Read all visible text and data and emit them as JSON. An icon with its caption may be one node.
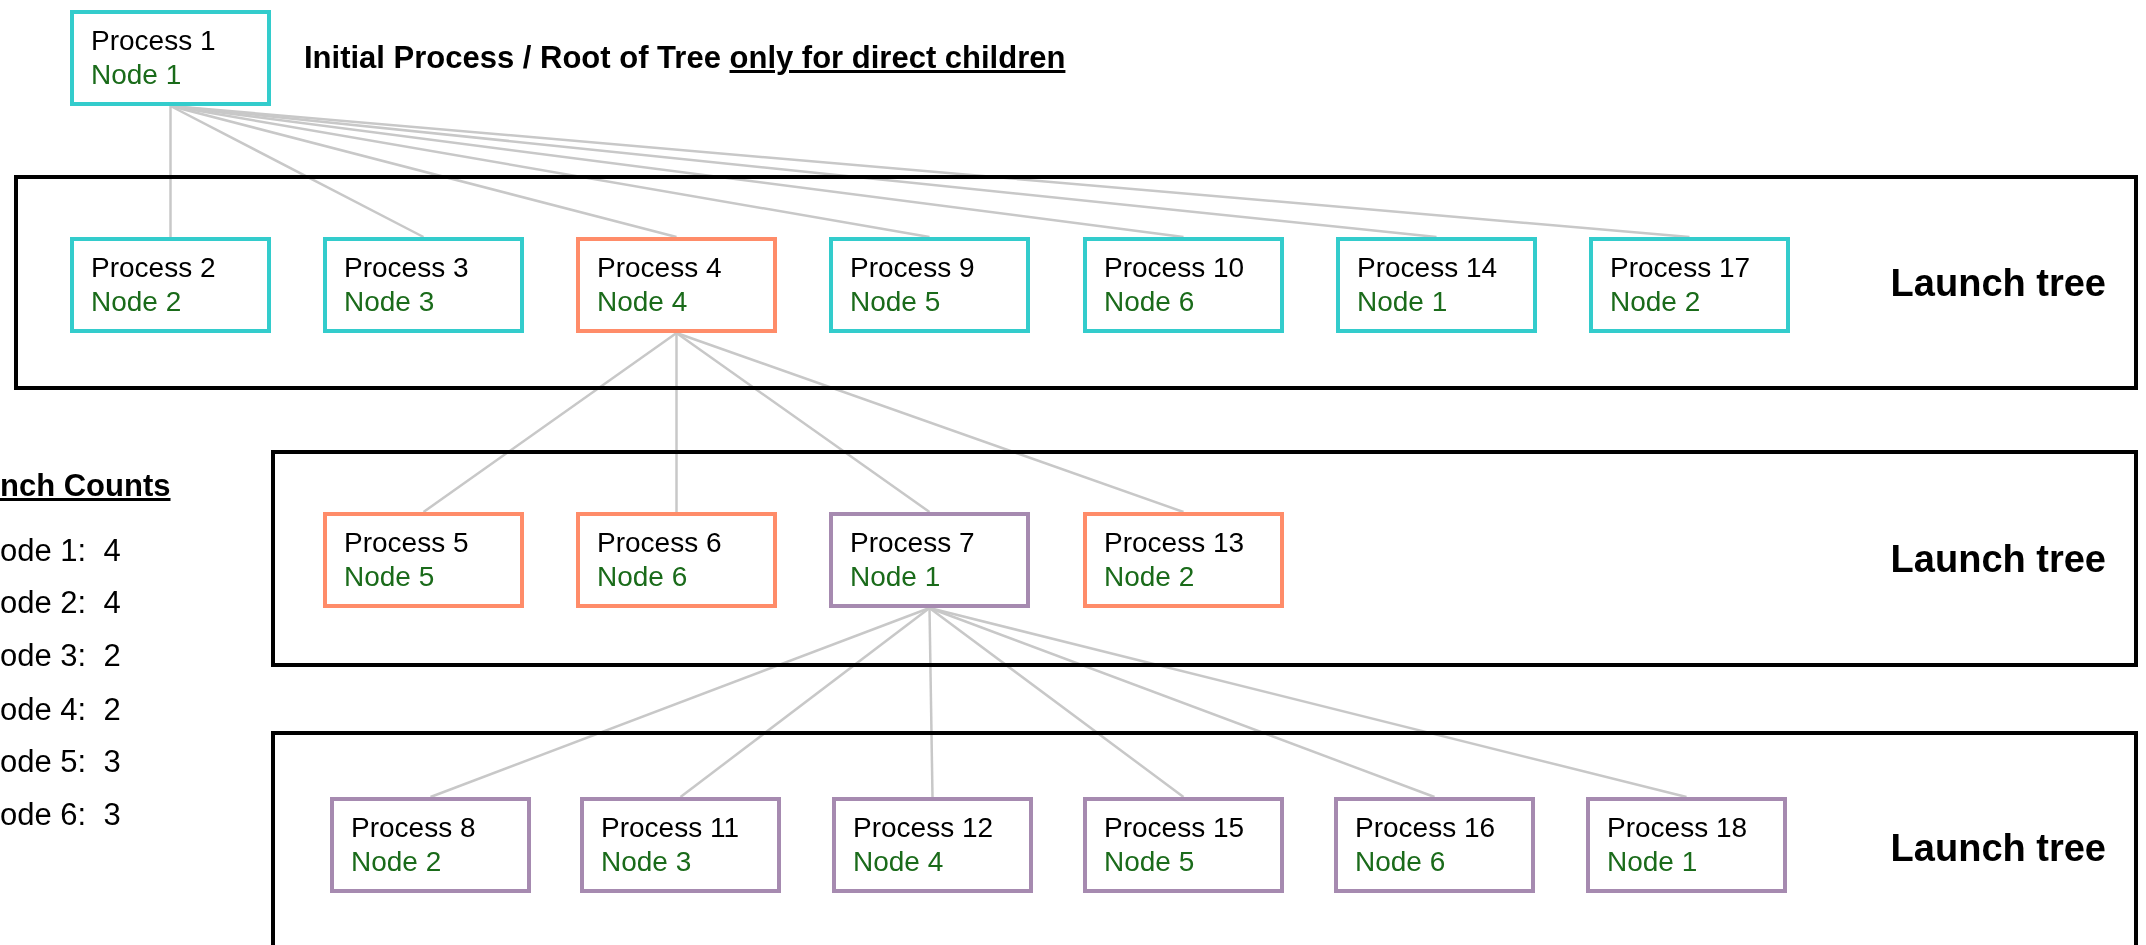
{
  "diagram": {
    "nodes": [
      {
        "text": [
          "Process 1",
          "Node 1"
        ],
        "beside": [
          "Initial Process / Root of Tree",
          "only for direct children"
        ]
      },
      {
        "text": [
          "Launch tree"
        ]
      },
      {
        "text": [
          "Process 2",
          "Node 2"
        ],
        "in": 1
      },
      {
        "text": [
          "Process 3",
          "Node 3"
        ],
        "in": 1
      },
      {
        "text": [
          "Process 4",
          "Node 4"
        ],
        "in": 1
      },
      {
        "text": [
          "Process 9",
          "Node 5"
        ],
        "in": 1
      },
      {
        "text": [
          "Process 10",
          "Node 6"
        ],
        "in": 1
      },
      {
        "text": [
          "Process 14",
          "Node 1"
        ],
        "in": 1
      },
      {
        "text": [
          "Process 17",
          "Node 2"
        ],
        "in": 1
      },
      {
        "text": [
          "Launch tree"
        ]
      },
      {
        "text": [
          "Process 5",
          "Node 5"
        ],
        "in": 9
      },
      {
        "text": [
          "Process 6",
          "Node 6"
        ],
        "in": 9
      },
      {
        "text": [
          "Process 7",
          "Node 1"
        ],
        "in": 9
      },
      {
        "text": [
          "Process 13",
          "Node 2"
        ],
        "in": 9
      },
      {
        "text": [
          "Launch tree"
        ]
      },
      {
        "text": [
          "Process 8",
          "Node 2"
        ],
        "in": 14
      },
      {
        "text": [
          "Process 11",
          "Node 3"
        ],
        "in": 14
      },
      {
        "text": [
          "Process 12",
          "Node 4"
        ],
        "in": 14
      },
      {
        "text": [
          "Process 15",
          "Node 5"
        ],
        "in": 14
      },
      {
        "text": [
          "Process 16",
          "Node 6"
        ],
        "in": 14
      },
      {
        "text": [
          "Process 18",
          "Node 1"
        ],
        "in": 14
      }
    ],
    "edges": [
      {
        "from": 0,
        "to": 2,
        "arrow": "none"
      },
      {
        "from": 0,
        "to": 3,
        "arrow": "none"
      },
      {
        "from": 0,
        "to": 4,
        "arrow": "none"
      },
      {
        "from": 0,
        "to": 5,
        "arrow": "none"
      },
      {
        "from": 0,
        "to": 6,
        "arrow": "none"
      },
      {
        "from": 0,
        "to": 7,
        "arrow": "none"
      },
      {
        "from": 0,
        "to": 8,
        "arrow": "none"
      },
      {
        "from": 4,
        "to": 10,
        "arrow": "none"
      },
      {
        "from": 4,
        "to": 11,
        "arrow": "none"
      },
      {
        "from": 4,
        "to": 12,
        "arrow": "none"
      },
      {
        "from": 4,
        "to": 13,
        "arrow": "none"
      },
      {
        "from": 12,
        "to": 15,
        "arrow": "none"
      },
      {
        "from": 12,
        "to": 16,
        "arrow": "none"
      },
      {
        "from": 12,
        "to": 17,
        "arrow": "none"
      },
      {
        "from": 12,
        "to": 18,
        "arrow": "none"
      },
      {
        "from": 12,
        "to": 19,
        "arrow": "none"
      },
      {
        "from": 12,
        "to": 20,
        "arrow": "none"
      }
    ],
    "labels": [
      "nch Counts",
      "ode 1:  4",
      "ode 2:  4",
      "ode 3:  2",
      "ode 4:  2",
      "ode 5:  3",
      "ode 6:  3"
    ]
  }
}
